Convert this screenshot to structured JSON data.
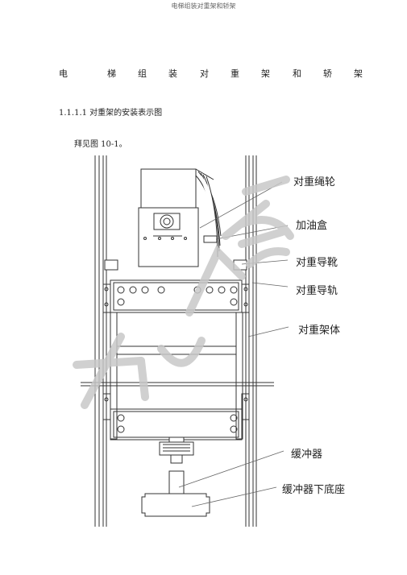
{
  "header": {
    "text": "电梯组装对重架和轿架"
  },
  "title": {
    "chars": [
      "电",
      "梯",
      "组",
      "装",
      "对",
      "重",
      "架",
      "和",
      "轿",
      "架"
    ]
  },
  "section": {
    "heading": "1.1.1.1 对重架的安装表示图"
  },
  "paragraph": {
    "text": "拜见图 10-1。"
  },
  "figure": {
    "labels": {
      "counterweight_sheave": "对重绳轮",
      "oil_cup": "加油盒",
      "counterweight_guide_shoe": "对重导靴",
      "counterweight_guide_rail": "对重导轨",
      "counterweight_frame": "对重架体",
      "buffer": "缓冲器",
      "buffer_base": "缓冲器下底座"
    },
    "watermark": "",
    "watermark_color": "#c8c8c8"
  }
}
